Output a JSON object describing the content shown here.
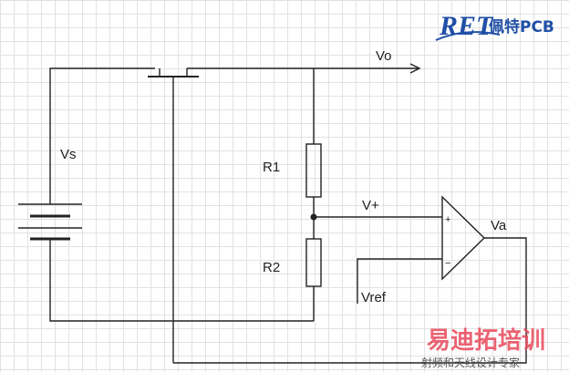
{
  "logo": {
    "mark": "RET",
    "name": "佩特PCB"
  },
  "labels": {
    "vo": "Vo",
    "vs": "Vs",
    "r1": "R1",
    "r2": "R2",
    "vplus": "V+",
    "va": "Va",
    "vref": "Vref",
    "plus": "+",
    "minus": "−"
  },
  "watermark": {
    "title": "易迪拓培训",
    "subtitle": "射频和天线设计专家"
  },
  "colors": {
    "wire": "#222222",
    "logo": "#1f4fa6",
    "watermark": "#e8485a"
  }
}
